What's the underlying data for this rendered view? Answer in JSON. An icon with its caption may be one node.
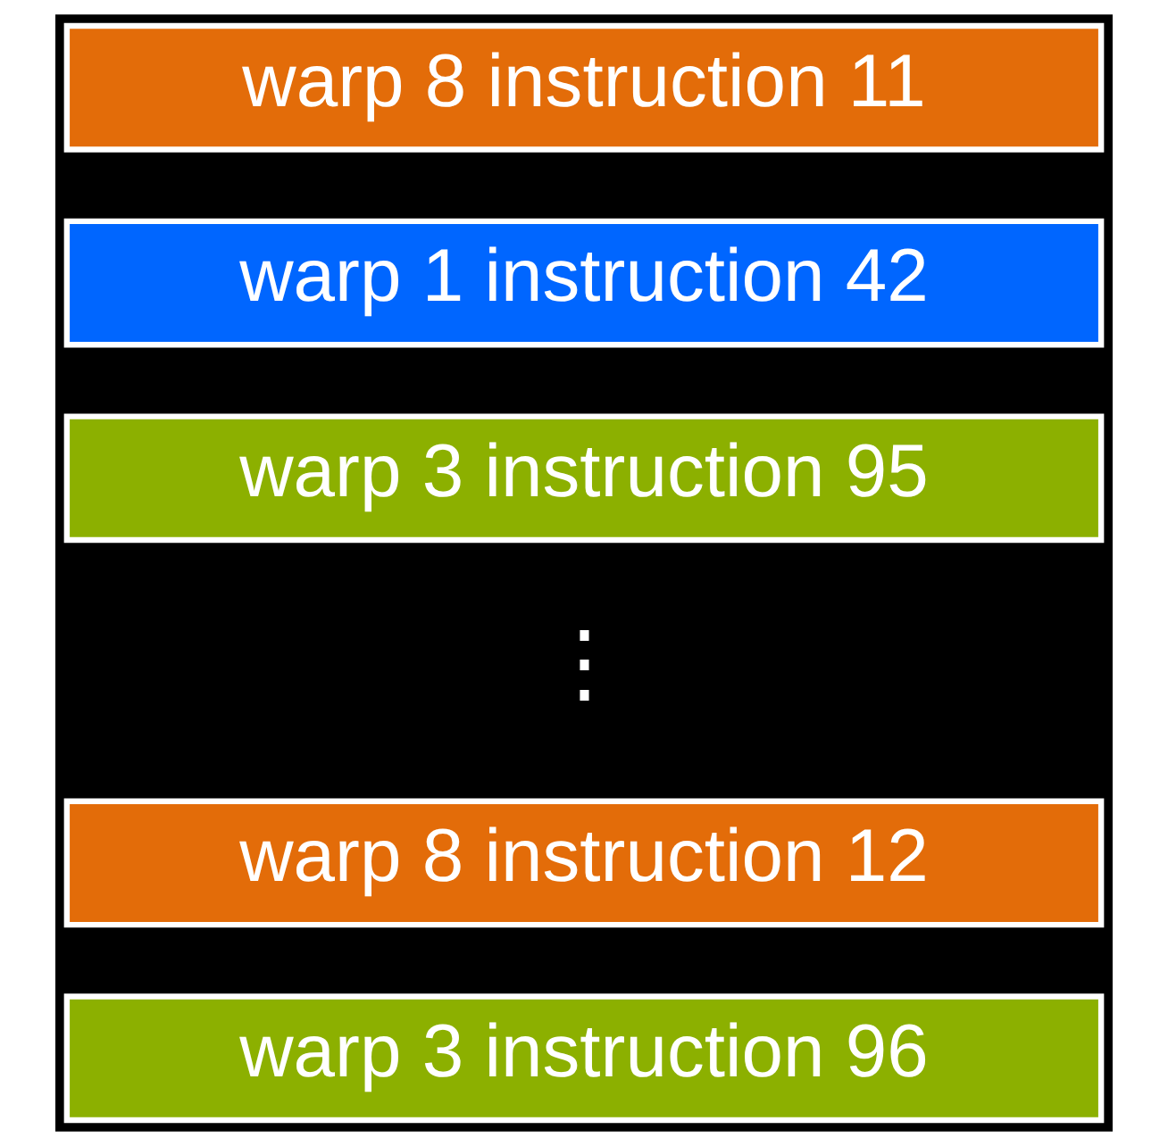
{
  "diagram": {
    "nodes": [
      {
        "text": [
          "warp 8 instruction 11"
        ]
      },
      {
        "text": [
          "warp 1 instruction 42"
        ]
      },
      {
        "text": [
          "warp 3 instruction 95"
        ]
      },
      {
        "text": [
          "warp 8 instruction 12"
        ]
      },
      {
        "text": [
          "warp 3 instruction 96"
        ]
      }
    ],
    "labels": [
      "⋮"
    ]
  }
}
